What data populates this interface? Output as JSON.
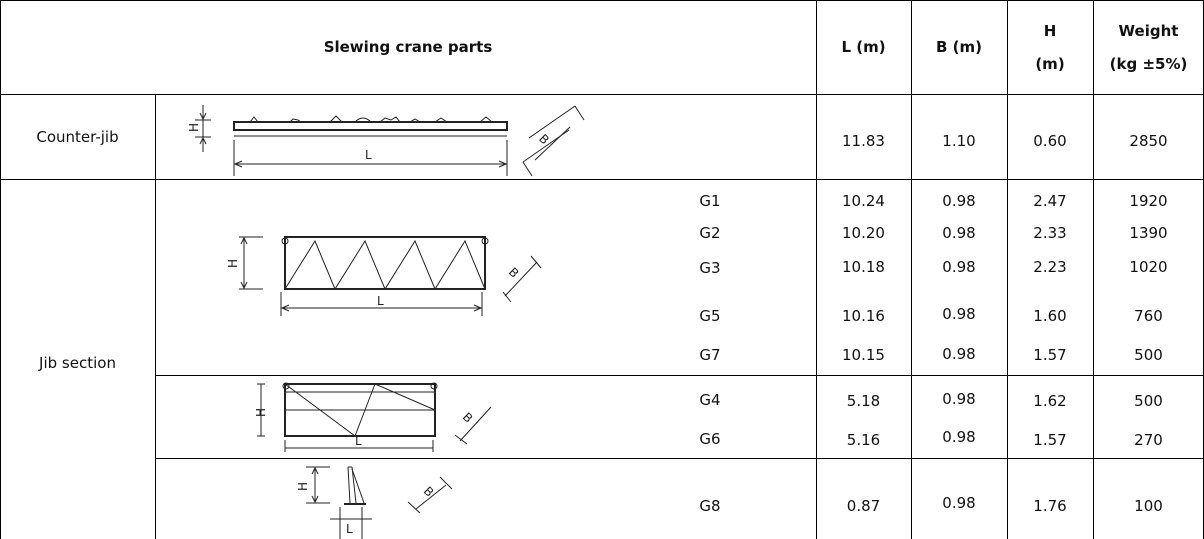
{
  "header": {
    "parts": "Slewing crane parts",
    "L": "L (m)",
    "B": "B (m)",
    "H_line1": "H",
    "H_line2": "(m)",
    "W_line1": "Weight",
    "W_line2": "(kg ±5%)"
  },
  "counter_jib": {
    "label": "Counter-jib",
    "L": "11.83",
    "B": "1.10",
    "H": "0.60",
    "W": "2850"
  },
  "jib_section": {
    "label": "Jib section",
    "rows": [
      {
        "code": "G1",
        "L": "10.24",
        "B": "0.98",
        "H": "2.47",
        "W": "1920"
      },
      {
        "code": "G2",
        "L": "10.20",
        "B": "0.98",
        "H": "2.33",
        "W": "1390"
      },
      {
        "code": "G3",
        "L": "10.18",
        "B": "0.98",
        "H": "2.23",
        "W": "1020"
      },
      {
        "code": "G5",
        "L": "10.16",
        "B": "0.98",
        "H": "1.60",
        "W": "760"
      },
      {
        "code": "G7",
        "L": "10.15",
        "B": "0.98",
        "H": "1.57",
        "W": "500"
      },
      {
        "code": "G4",
        "L": "5.18",
        "B": "0.98",
        "H": "1.62",
        "W": "500"
      },
      {
        "code": "G6",
        "L": "5.16",
        "B": "0.98",
        "H": "1.57",
        "W": "270"
      },
      {
        "code": "G8",
        "L": "0.87",
        "B": "0.98",
        "H": "1.76",
        "W": "100"
      }
    ]
  },
  "dim_labels": {
    "H": "H",
    "L": "L",
    "B": "B"
  }
}
